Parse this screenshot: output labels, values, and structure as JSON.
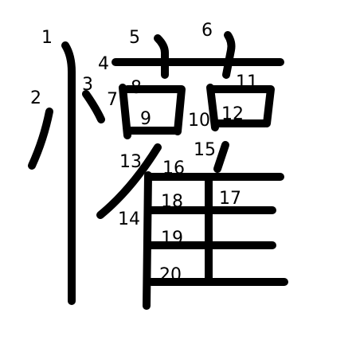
{
  "character": "",
  "stroke_color": "#000000",
  "background_color": "#ffffff",
  "stroke_numbers": [
    "1",
    "2",
    "3",
    "4",
    "5",
    "6",
    "7",
    "8",
    "9",
    "10",
    "11",
    "12",
    "13",
    "14",
    "15",
    "16",
    "17",
    "18",
    "19",
    "20"
  ]
}
